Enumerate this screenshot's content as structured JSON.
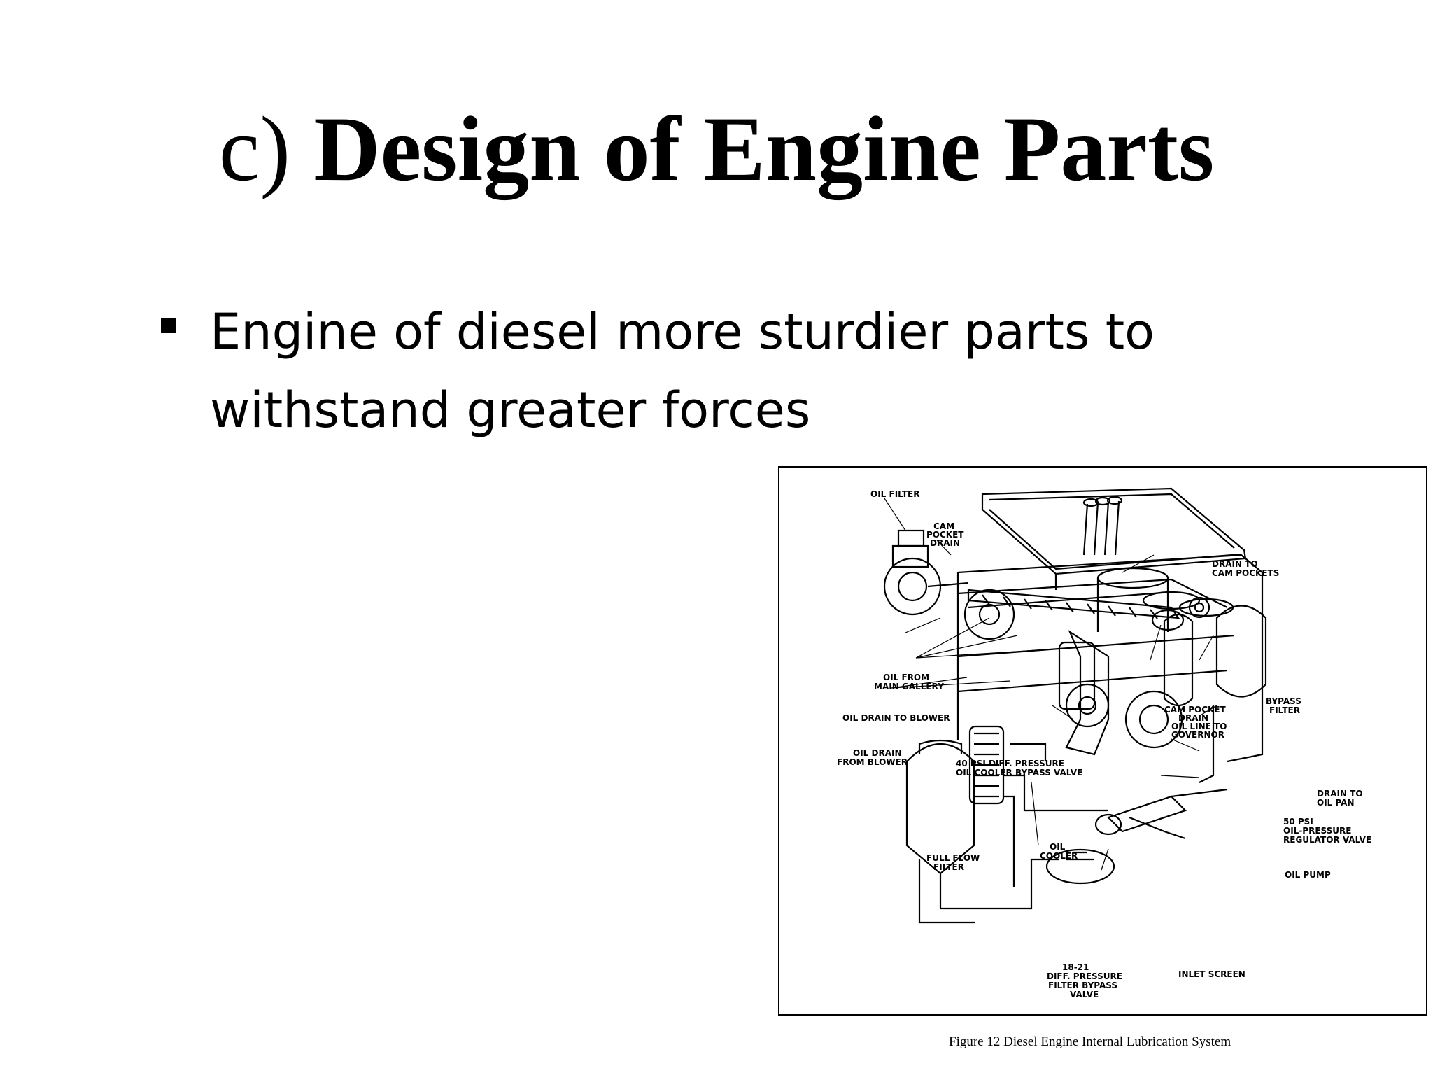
{
  "slide": {
    "title_prefix": "c)",
    "title_main": "Design of Engine Parts",
    "bullet_text": "Engine of diesel more sturdier parts to withstand greater forces"
  },
  "figure": {
    "caption": "Figure 12  Diesel Engine Internal Lubrication System",
    "labels": {
      "oil_filter": "OIL FILTER",
      "cam_pocket_drain_1": "CAM",
      "cam_pocket_drain_2": "POCKET",
      "cam_pocket_drain_3": "DRAIN",
      "drain_to_cam_pockets_1": "DRAIN TO",
      "drain_to_cam_pockets_2": "CAM POCKETS",
      "oil_from_main_gallery_1": "OIL FROM",
      "oil_from_main_gallery_2": "MAIN GALLERY",
      "oil_drain_to_blower": "OIL DRAIN TO BLOWER",
      "oil_drain_from_blower_1": "OIL DRAIN",
      "oil_drain_from_blower_2": "FROM BLOWER",
      "psi40_1": "40 PSI DIFF. PRESSURE",
      "psi40_2": "OIL COOLER BYPASS VALVE",
      "cam_pocket_drain_b_1": "CAM POCKET",
      "cam_pocket_drain_b_2": "DRAIN",
      "oil_line_governor_1": "OIL LINE TO",
      "oil_line_governor_2": "GOVERNOR",
      "bypass_filter_1": "BYPASS",
      "bypass_filter_2": "FILTER",
      "drain_to_oil_pan_1": "DRAIN TO",
      "drain_to_oil_pan_2": "OIL PAN",
      "psi50_1": "50 PSI",
      "psi50_2": "OIL-PRESSURE",
      "psi50_3": "REGULATOR VALVE",
      "oil_pump": "OIL PUMP",
      "full_flow_filter_1": "FULL FLOW",
      "full_flow_filter_2": "FILTER",
      "oil_cooler_1": "OIL",
      "oil_cooler_2": "COOLER",
      "bypass_valve_1": "18-21",
      "bypass_valve_2": "DIFF. PRESSURE",
      "bypass_valve_3": "FILTER BYPASS",
      "bypass_valve_4": "VALVE",
      "inlet_screen": "INLET SCREEN"
    }
  }
}
